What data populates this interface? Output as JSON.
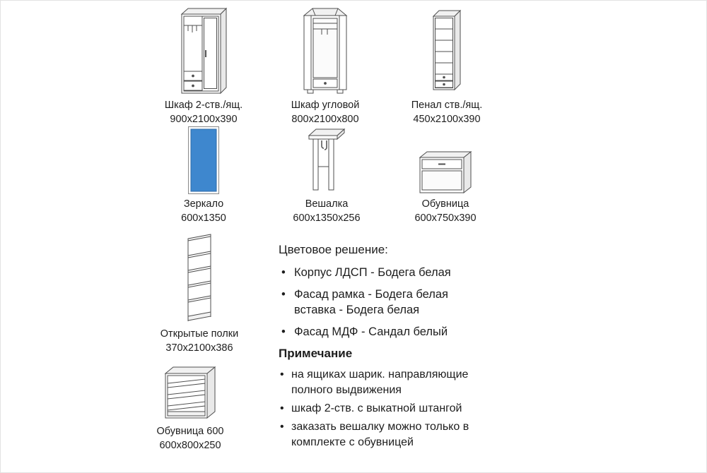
{
  "items": [
    {
      "name": "Шкаф 2-ств./ящ.",
      "size": "900х2100х390",
      "drawing": "wardrobe-2door-drawing"
    },
    {
      "name": "Шкаф угловой",
      "size": "800х2100х800",
      "drawing": "corner-wardrobe-drawing"
    },
    {
      "name": "Пенал ств./ящ.",
      "size": "450х2100х390",
      "drawing": "tall-cabinet-drawing"
    },
    {
      "name": "Зеркало",
      "size": "600х1350",
      "drawing": "mirror-drawing"
    },
    {
      "name": "Вешалка",
      "size": "600х1350х256",
      "drawing": "coat-rack-drawing"
    },
    {
      "name": "Обувница",
      "size": "600х750х390",
      "drawing": "shoe-cabinet-drawing"
    },
    {
      "name": "Открытые полки",
      "size": "370х2100х386",
      "drawing": "open-shelves-drawing"
    },
    {
      "name": "Обувница 600",
      "size": "600х800х250",
      "drawing": "shoe-rack-600-drawing"
    }
  ],
  "color_section": {
    "title": "Цветовое решение:",
    "bullets": [
      "Корпус ЛДСП - Бодега белая",
      "Фасад рамка - Бодега белая вставка - Бодега белая",
      "Фасад МДФ - Сандал белый"
    ]
  },
  "notes_section": {
    "title": "Примечание",
    "bullets": [
      "на ящиках шарик. направляющие полного выдвижения",
      "шкаф 2-ств. с выкатной штангой",
      "заказать вешалку можно только в комплекте с обувницей"
    ]
  },
  "colors": {
    "mirror_blue": "#3e87ce",
    "line": "#4f4f4f",
    "text": "#1d1d1d"
  }
}
